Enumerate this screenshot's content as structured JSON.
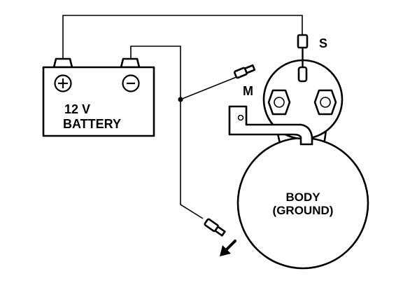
{
  "labels": {
    "battery_voltage": "12 V",
    "battery_name": "BATTERY",
    "terminal_s": "S",
    "terminal_m": "M",
    "body_line1": "BODY",
    "body_line2": "(GROUND)"
  },
  "icons": {
    "positive": "plus-in-circle",
    "negative": "minus-in-circle",
    "direction": "arrow-down-left"
  },
  "colors": {
    "ink": "#000000",
    "background": "#ffffff"
  }
}
